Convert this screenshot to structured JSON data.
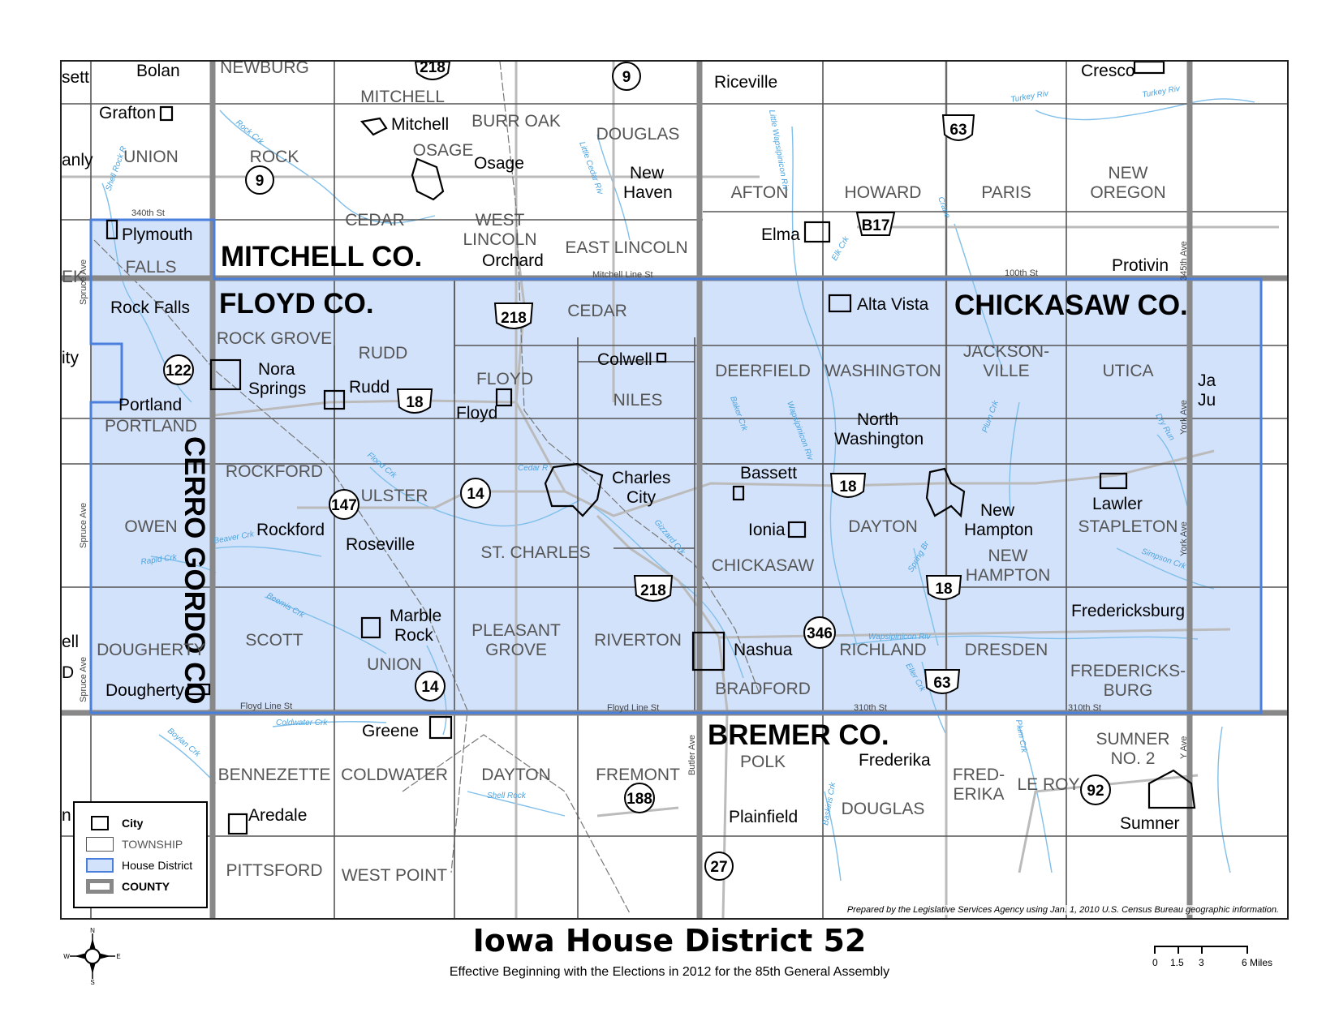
{
  "title": "Iowa House District 52",
  "subtitle": "Effective Beginning with the Elections in 2012 for the 85th General Assembly",
  "credit": "Prepared by the Legislative Services Agency using Jan. 1, 2010 U.S. Census Bureau geographic information.",
  "colors": {
    "district_fill": "#d3e2fb",
    "district_border": "#4a7fdc",
    "county_line": "#888888",
    "township_line": "#555555",
    "water": "#7fbfea",
    "road": "#bbbbbb"
  },
  "counties": {
    "mitchell": "MITCHELL CO.",
    "floyd": "FLOYD CO.",
    "chickasaw": "CHICKASAW CO.",
    "cerro_gordo": "CERRO GORDO CO",
    "bremer": "BREMER CO."
  },
  "townships": {
    "union_n": "UNION",
    "rock": "ROCK",
    "mitchell": "MITCHELL",
    "burr_oak": "BURR OAK",
    "douglas_n": "DOUGLAS",
    "osage": "OSAGE",
    "cedar_mc": "CEDAR",
    "west_lincoln_1": "WEST",
    "west_lincoln_2": "LINCOLN",
    "east_lincoln": "EAST LINCOLN",
    "afton": "AFTON",
    "howard": "HOWARD",
    "paris": "PARIS",
    "new_oregon_1": "NEW",
    "new_oregon_2": "OREGON",
    "newburg": "NEWBURG",
    "falls": "FALLS",
    "portland": "PORTLAND",
    "owen": "OWEN",
    "dougherty": "DOUGHERTY",
    "rock_grove": "ROCK GROVE",
    "rudd": "RUDD",
    "cedar_fl": "CEDAR",
    "floyd": "FLOYD",
    "niles": "NILES",
    "rockford": "ROCKFORD",
    "ulster": "ULSTER",
    "st_charles": "ST. CHARLES",
    "scott": "SCOTT",
    "union_fl": "UNION",
    "pleasant_grove_1": "PLEASANT",
    "pleasant_grove_2": "GROVE",
    "riverton": "RIVERTON",
    "deerfield": "DEERFIELD",
    "washington": "WASHINGTON",
    "jacksonville_1": "JACKSON-",
    "jacksonville_2": "VILLE",
    "utica": "UTICA",
    "dayton_ch": "DAYTON",
    "stapleton": "STAPLETON",
    "chickasaw": "CHICKASAW",
    "new_hampton_1": "NEW",
    "new_hampton_2": "HAMPTON",
    "bradford": "BRADFORD",
    "richland": "RICHLAND",
    "dresden": "DRESDEN",
    "fredericksburg_1": "FREDERICKS-",
    "fredericksburg_2": "BURG",
    "bennezette": "BENNEZETTE",
    "coldwater": "COLDWATER",
    "dayton_s": "DAYTON",
    "fremont": "FREMONT",
    "polk": "POLK",
    "douglas_s": "DOUGLAS",
    "frederika_1": "FRED-",
    "frederika_2": "ERIKA",
    "le_roy": "LE ROY",
    "sumner_1": "SUMNER",
    "sumner_2": "NO. 2",
    "pittsford": "PITTSFORD",
    "west_point": "WEST POINT"
  },
  "cities": {
    "bolan": "Bolan",
    "grafton": "Grafton",
    "mitchell": "Mitchell",
    "osage": "Osage",
    "new_haven_1": "New",
    "new_haven_2": "Haven",
    "riceville": "Riceville",
    "cresco": "Cresco",
    "elma": "Elma",
    "orchard": "Orchard",
    "plymouth": "Plymouth",
    "protivin": "Protivin",
    "rock_falls": "Rock Falls",
    "alta_vista": "Alta Vista",
    "colwell": "Colwell",
    "nora_springs_1": "Nora",
    "nora_springs_2": "Springs",
    "rudd": "Rudd",
    "floyd": "Floyd",
    "portland": "Portland",
    "north_washington_1": "North",
    "north_washington_2": "Washington",
    "charles_city_1": "Charles",
    "charles_city_2": "City",
    "bassett": "Bassett",
    "lawler": "Lawler",
    "rockford": "Rockford",
    "roseville": "Roseville",
    "ionia": "Ionia",
    "new_hampton_1": "New",
    "new_hampton_2": "Hampton",
    "marble_rock_1": "Marble",
    "marble_rock_2": "Rock",
    "fredericksburg": "Fredericksburg",
    "nashua": "Nashua",
    "dougherty": "Dougherty",
    "greene": "Greene",
    "frederika": "Frederika",
    "aredale": "Aredale",
    "plainfield": "Plainfield",
    "sumner": "Sumner",
    "edge_sett": "sett",
    "edge_anly": "anly",
    "edge_ity": "ity",
    "edge_ell": "ell",
    "edge_ja": "Ja",
    "edge_ju": "Ju",
    "edge_ek": "EK",
    "edge_n": "n",
    "edge_d": "D"
  },
  "roads": {
    "r340th": "340th St",
    "mitchell_line": "Mitchell Line St",
    "r100th": "100th St",
    "r345th": "345th Ave",
    "spruce1": "Spruce Ave",
    "spruce2": "Spruce Ave",
    "spruce3": "Spruce Ave",
    "york1": "York Ave",
    "york2": "York Ave",
    "floyd_line1": "Floyd Line St",
    "floyd_line2": "Floyd Line St",
    "r310th1": "310th St",
    "r310th2": "310th St",
    "butler": "Butler Ave",
    "yave": "Y Ave"
  },
  "water": {
    "rock_crk": "Rock Crk",
    "shell_rock_r": "Shell Rock R",
    "little_cedar": "Little Cedar Riv",
    "little_wapsi": "Little Wapsipinicon Riv",
    "turkey1": "Turkey Riv",
    "turkey2": "Turkey Riv",
    "elk_crk": "Elk Crk",
    "crane": "Crane",
    "flood_crk": "Flood Crk",
    "cedar_r": "Cedar R",
    "beaver_crk": "Beaver Crk",
    "rapid_crk": "Rapid Crk",
    "beemis": "Beemis Crk",
    "gizzard": "Gizzard Crk",
    "baker": "Baker Crk",
    "wapsi1": "Wapsipinicon Riv",
    "plum1": "Plum Crk",
    "dry_run": "Dry Run",
    "spring_br": "Spring Br",
    "simpson": "Simpson Crk",
    "wapsi2": "Wapsipinicon Riv",
    "eller": "Eller Crk",
    "coldwater_crk": "Coldwater Crk",
    "boylan": "Boylan Crk",
    "shell_rock2": "Shell Rock",
    "baskins": "Baskins Crk",
    "plum2": "Plum Crk"
  },
  "shields": {
    "us218_n": "218",
    "ia9_ne": "9",
    "us63_n": "63",
    "ia9_w": "9",
    "b17": "B17",
    "us218_m": "218",
    "ia122": "122",
    "us18_w": "18",
    "us18_e": "18",
    "ia14_n": "14",
    "ia147": "147",
    "us218_s": "218",
    "us18_s": "18",
    "ia346": "346",
    "ia14_s": "14",
    "us63_s": "63",
    "ia188": "188",
    "ia92": "92",
    "ia27": "27"
  },
  "legend": {
    "city": "City",
    "township": "TOWNSHIP",
    "district": "House District",
    "county": "COUNTY"
  },
  "compass": {
    "n": "N",
    "s": "S",
    "e": "E",
    "w": "W"
  },
  "scale": {
    "t0": "0",
    "t1": "1.5",
    "t2": "3",
    "t3": "6 Miles"
  }
}
